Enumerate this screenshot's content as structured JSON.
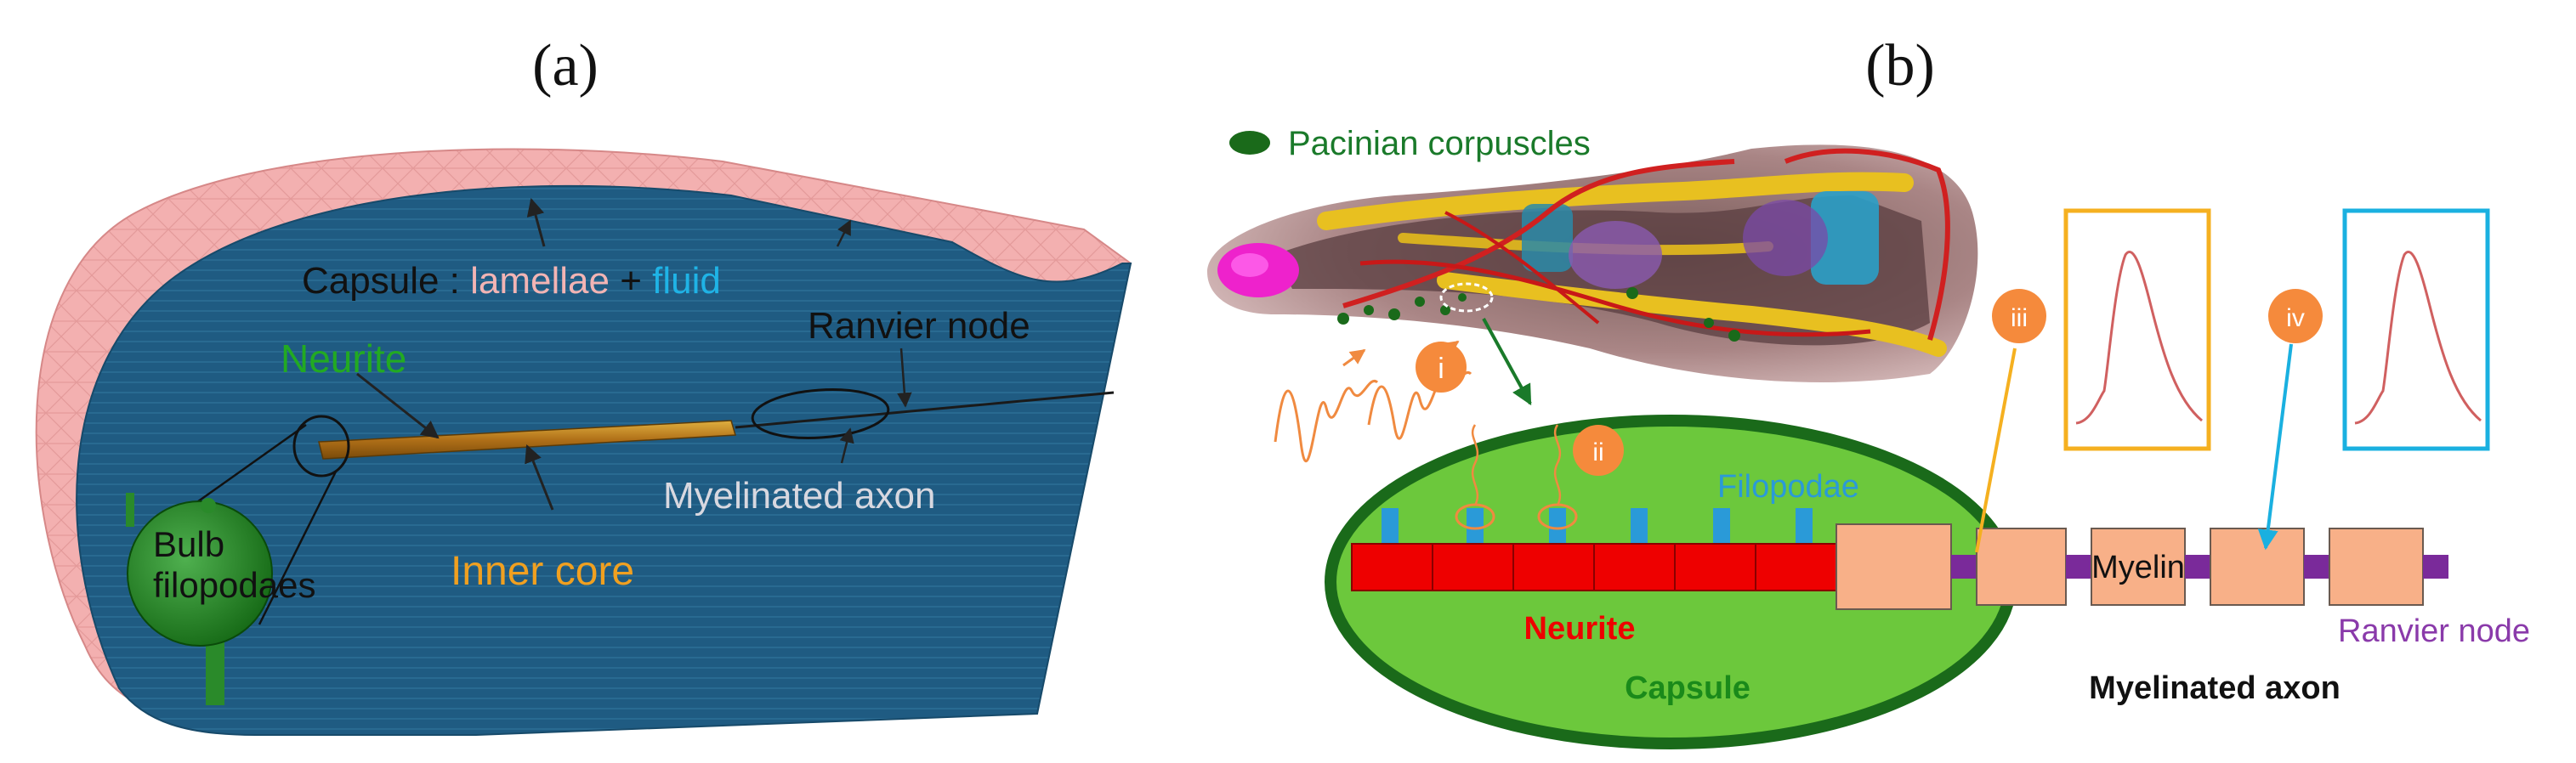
{
  "panel_a": {
    "label": "(a)",
    "capsule_prefix": "Capsule : ",
    "capsule_lamellae": "lamellae",
    "capsule_plus": " + ",
    "capsule_fluid": "fluid",
    "neurite": "Neurite",
    "ranvier_node": "Ranvier node",
    "myelinated_axon": "Myelinated axon",
    "inner_core": "Inner core",
    "bulb_line1": "Bulb",
    "bulb_line2": "filopodaes"
  },
  "panel_b": {
    "label": "(b)",
    "pacinian_legend": "Pacinian corpuscles",
    "marker_i": "i",
    "marker_ii": "ii",
    "marker_iii": "iii",
    "marker_iv": "iv",
    "filopodae": "Filopodae",
    "neurite": "Neurite",
    "capsule": "Capsule",
    "myelin": "Myelin",
    "ranvier_node": "Ranvier node",
    "myelinated_axon": "Myelinated axon"
  },
  "colors": {
    "capsule_blue": "#1f5b82",
    "lamellae_pink": "#f0a8a8",
    "fluid_cyan": "#1fb3e6",
    "neurite_green": "#22aa22",
    "inner_core_orange": "#f0a020",
    "capsule_green": "#6cc83c",
    "capsule_dark_green": "#1a6a1a",
    "neurite_red": "#ee0000",
    "myelin_peach": "#f8b088",
    "ranvier_purple": "#7a2a9a",
    "marker_orange": "#f58a3c",
    "ap_box_orange": "#f5b020",
    "ap_box_cyan": "#1ab0e0"
  }
}
